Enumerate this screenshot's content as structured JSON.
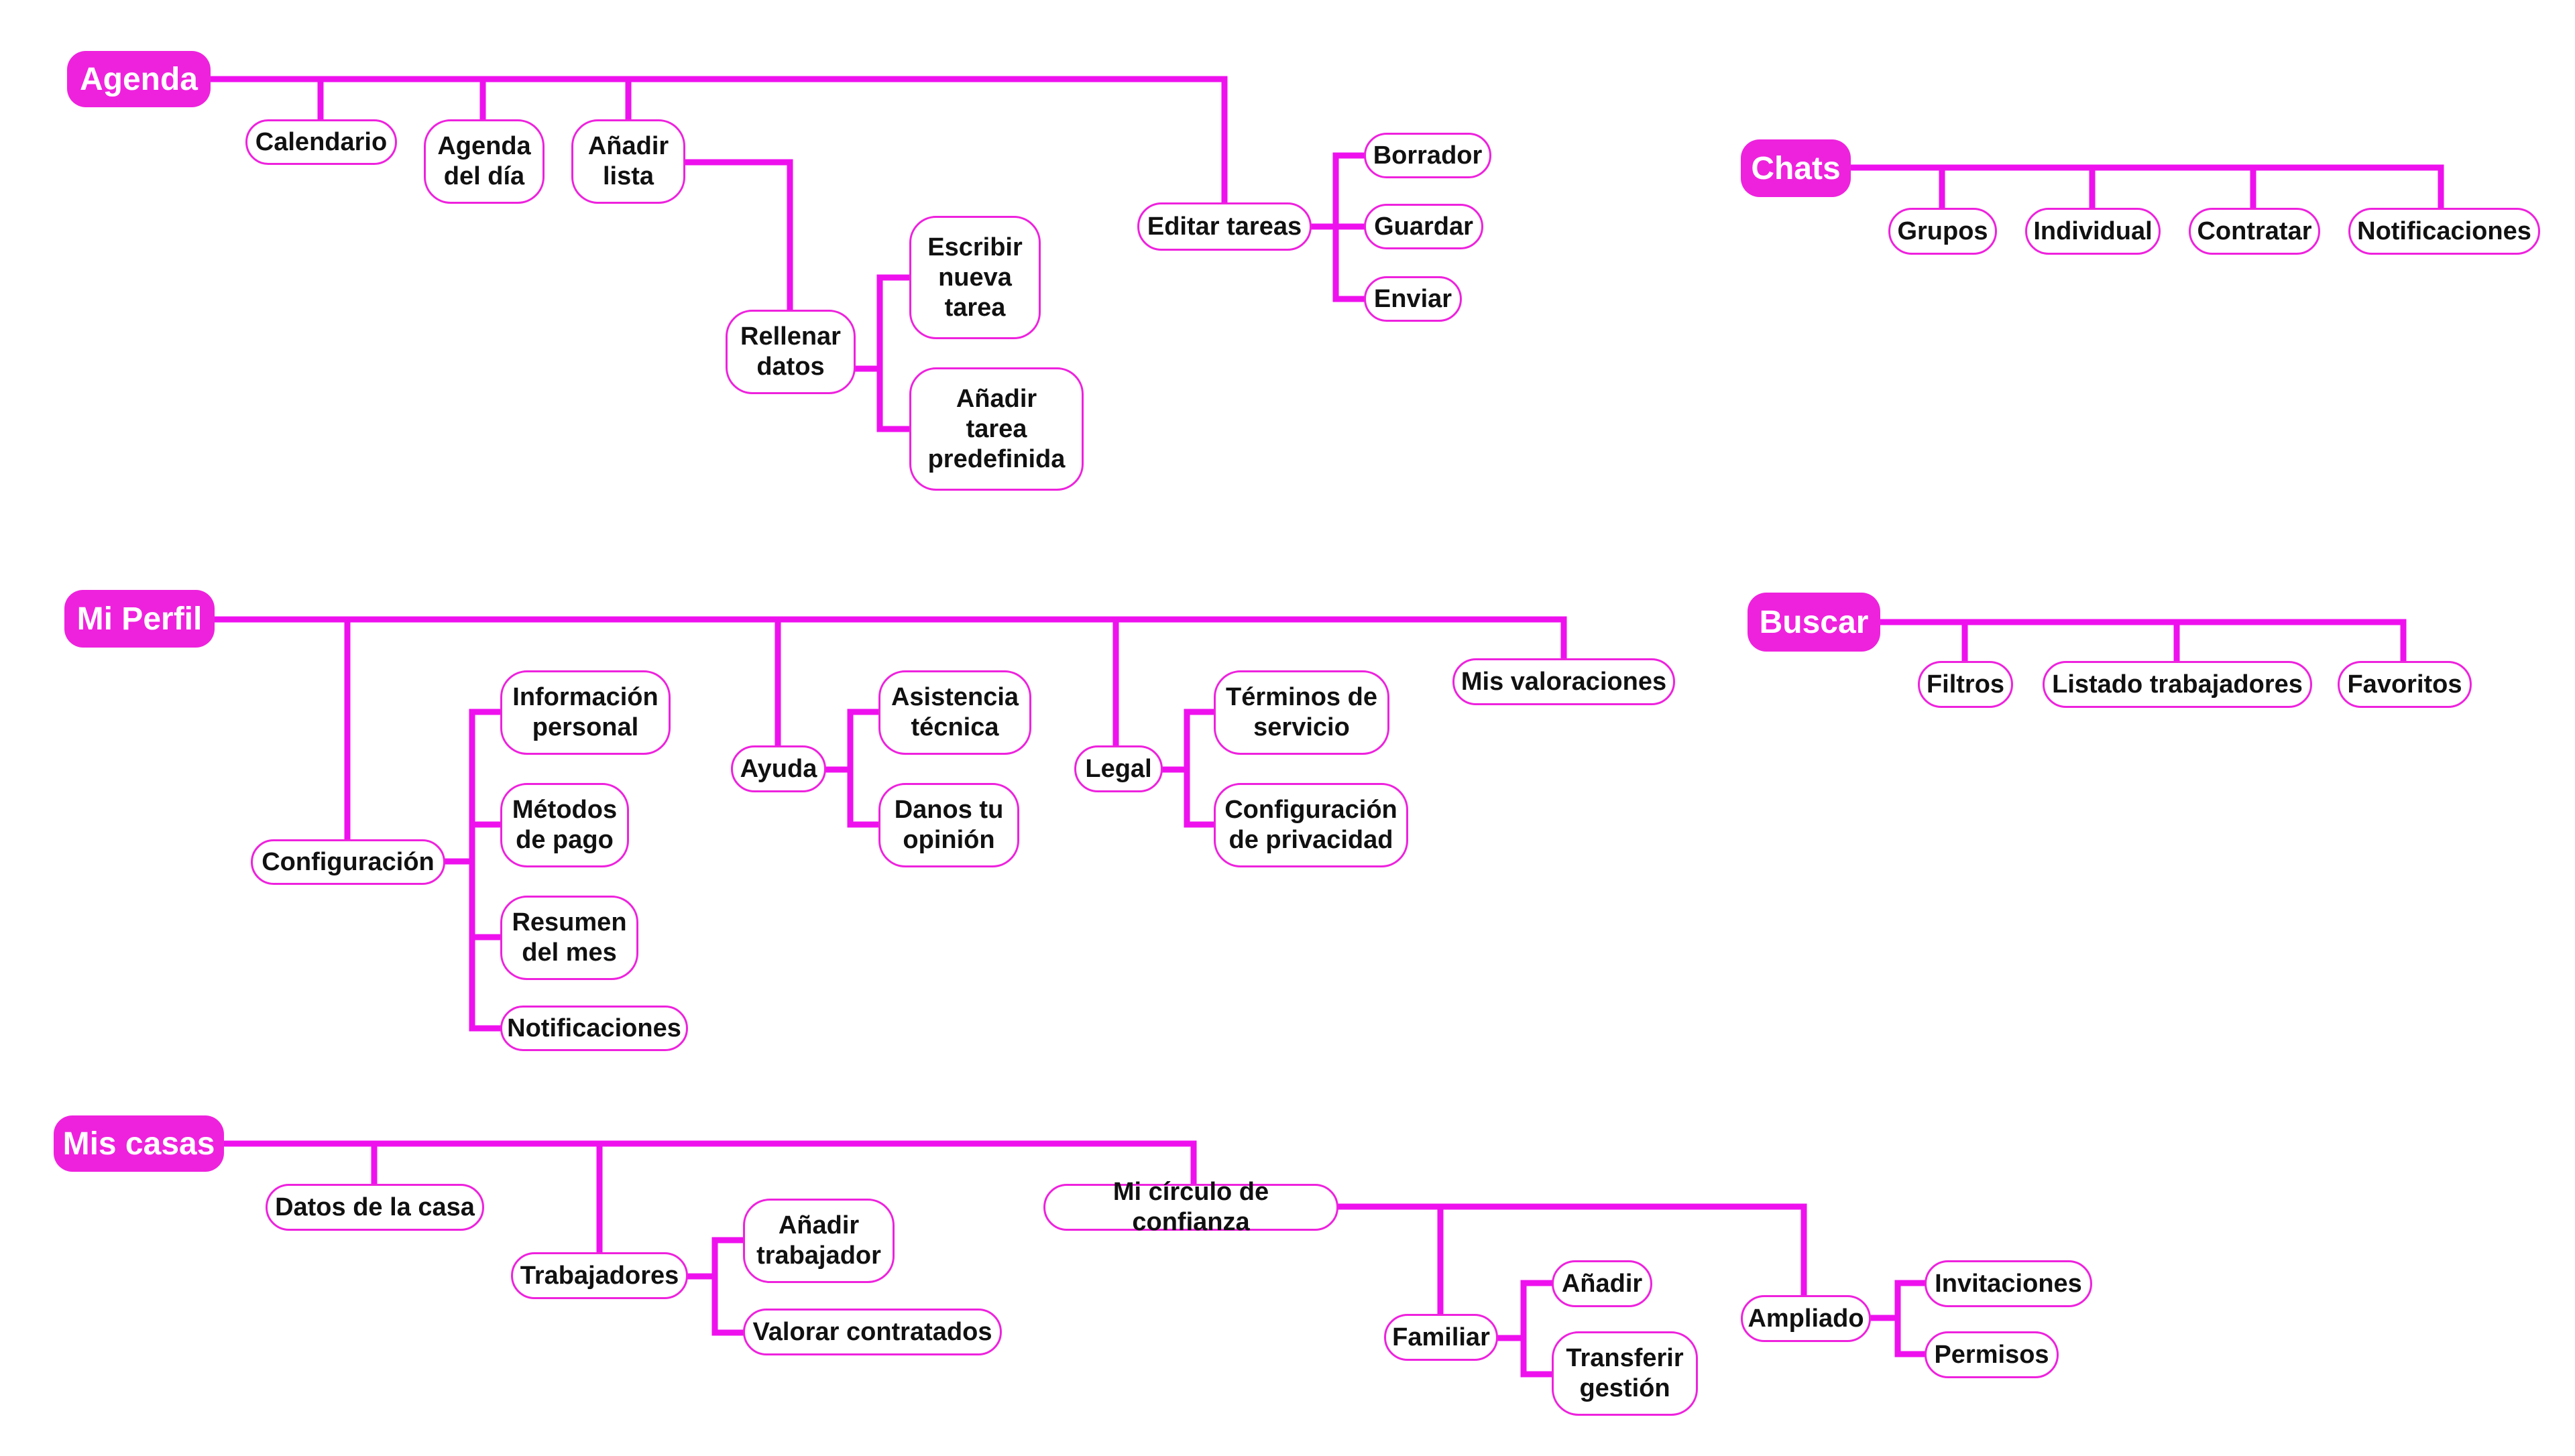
{
  "colors": {
    "accent": "#ee11ee",
    "root_fill": "#ee22dd",
    "root_text": "#ffffff",
    "node_text": "#111111"
  },
  "nodes": {
    "agenda": "Agenda",
    "calendario": "Calendario",
    "agenda_dia": "Agenda\ndel día",
    "anadir_lista": "Añadir\nlista",
    "rellenar_datos": "Rellenar\ndatos",
    "escribir_tarea": "Escribir\nnueva\ntarea",
    "anadir_predefinida": "Añadir\ntarea\npredefinida",
    "editar_tareas": "Editar tareas",
    "borrador": "Borrador",
    "guardar": "Guardar",
    "enviar": "Enviar",
    "chats": "Chats",
    "grupos": "Grupos",
    "individual": "Individual",
    "contratar": "Contratar",
    "notificaciones_chats": "Notificaciones",
    "mi_perfil": "Mi Perfil",
    "configuracion": "Configuración",
    "info_personal": "Información\npersonal",
    "metodos_pago": "Métodos\nde pago",
    "resumen_mes": "Resumen\ndel mes",
    "notificaciones_perfil": "Notificaciones",
    "ayuda": "Ayuda",
    "asistencia": "Asistencia\ntécnica",
    "danos_opinion": "Danos tu\nopinión",
    "legal": "Legal",
    "terminos": "Términos de\nservicio",
    "config_privacidad": "Configuración\nde privacidad",
    "mis_valoraciones": "Mis valoraciones",
    "buscar": "Buscar",
    "filtros": "Filtros",
    "listado": "Listado trabajadores",
    "favoritos": "Favoritos",
    "mis_casas": "Mis casas",
    "datos_casa": "Datos de la casa",
    "trabajadores": "Trabajadores",
    "anadir_trabajador": "Añadir\ntrabajador",
    "valorar": "Valorar contratados",
    "circulo": "Mi círculo de confianza",
    "familiar": "Familiar",
    "anadir_fam": "Añadir",
    "transferir": "Transferir\ngestión",
    "ampliado": "Ampliado",
    "invitaciones": "Invitaciones",
    "permisos": "Permisos"
  }
}
